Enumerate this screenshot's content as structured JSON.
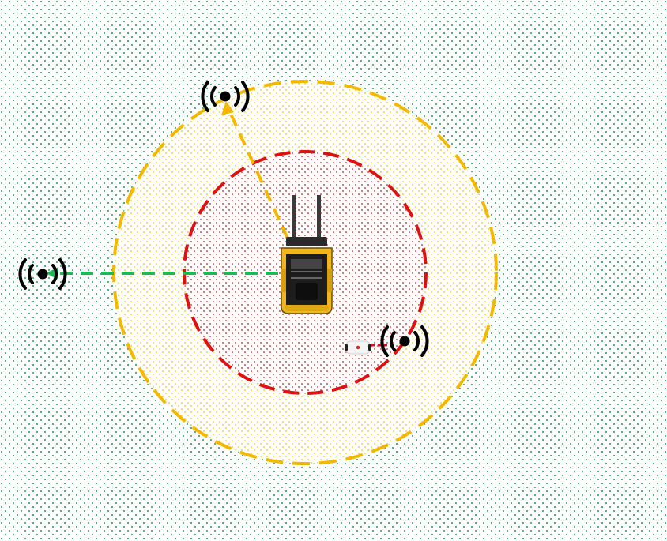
{
  "colors": {
    "background": "#ffffff",
    "green_zone": "#1a9e5c",
    "warning_zone": "#f5b800",
    "danger_zone": "#e01010",
    "link_green": "#1db954",
    "beacon": "#000000",
    "forklift_body": "#f2b61d"
  },
  "zones": [
    {
      "name": "safe-zone",
      "color": "green_zone"
    },
    {
      "name": "warning-zone",
      "color": "warning_zone"
    },
    {
      "name": "danger-zone",
      "color": "danger_zone"
    }
  ],
  "beacons": [
    {
      "name": "beacon-top",
      "state": "warning"
    },
    {
      "name": "beacon-left",
      "state": "safe"
    },
    {
      "name": "beacon-right",
      "state": "danger"
    }
  ],
  "icons": {
    "beacon": "wireless-beacon-icon",
    "vehicle": "forklift-icon",
    "tag": "wearable-tag-icon"
  }
}
